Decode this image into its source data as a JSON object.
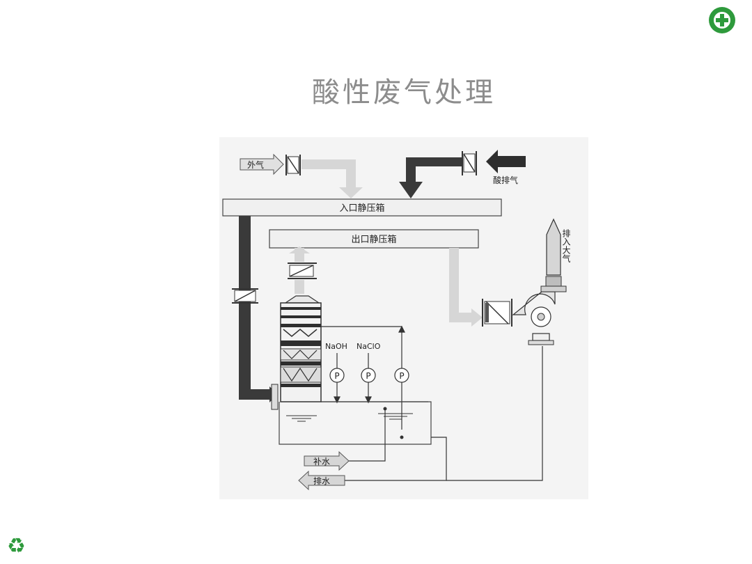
{
  "slide": {
    "title": "酸性废气处理",
    "logo_icon": "green-cross-emblem",
    "footer_icon": "recycle-icon"
  },
  "diagram": {
    "labels": {
      "outside_air": "外气",
      "acid_exhaust": "酸排气",
      "inlet_plenum": "入口静压箱",
      "outlet_plenum": "出口静压箱",
      "discharge_to_atmosphere": "排入大气",
      "naoh": "NaOH",
      "naclo": "NaClO",
      "pump": "P",
      "makeup_water": "补水",
      "drain_water": "排水"
    },
    "colors": {
      "dark_flow": "#3a3a3a",
      "light_flow": "#d6d6d6",
      "line": "#444444",
      "background": "#f4f4f4"
    }
  }
}
